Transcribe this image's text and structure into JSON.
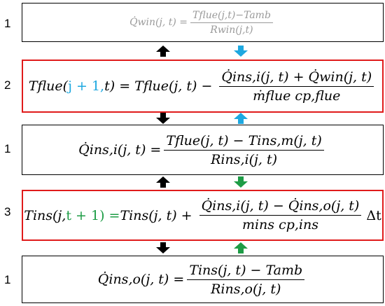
{
  "rows": [
    {
      "label": "1",
      "eq": {
        "lhs": "Q̇win(j, t) =",
        "num": "Tflue(j,t)−Tamb",
        "den": "Rwin(j,t)"
      }
    },
    {
      "label": "2",
      "eq": {
        "lhs_a": "Tflue(",
        "lhs_hl": "j + 1,",
        "lhs_b": " t) = Tflue(j, t) −",
        "num": "Q̇ins,i(j, t) + Q̇win(j, t)",
        "den": "ṁflue cp,flue"
      }
    },
    {
      "label": "1",
      "eq": {
        "lhs": "Q̇ins,i(j, t) =",
        "num": "Tflue(j, t) − Tins,m(j, t)",
        "den": "Rins,i(j, t)"
      }
    },
    {
      "label": "3",
      "eq": {
        "lhs_a": "Tins(j, ",
        "lhs_hl": "t + 1) =",
        "lhs_b": " Tins(j, t) +",
        "num": "Q̇ins,i(j, t) − Q̇ins,o(j, t)",
        "den": "mins cp,ins",
        "tail": "Δt"
      }
    },
    {
      "label": "1",
      "eq": {
        "lhs": "Q̇ins,o(j, t) =",
        "num": "Tins(j, t) − Tamb",
        "den": "Rins,o(j, t)"
      }
    }
  ],
  "colors": {
    "red_border": "#e01b1b",
    "blue": "#1ea8e0",
    "green": "#1e9c46",
    "grey": "#9a9a9a",
    "black": "#000000"
  }
}
